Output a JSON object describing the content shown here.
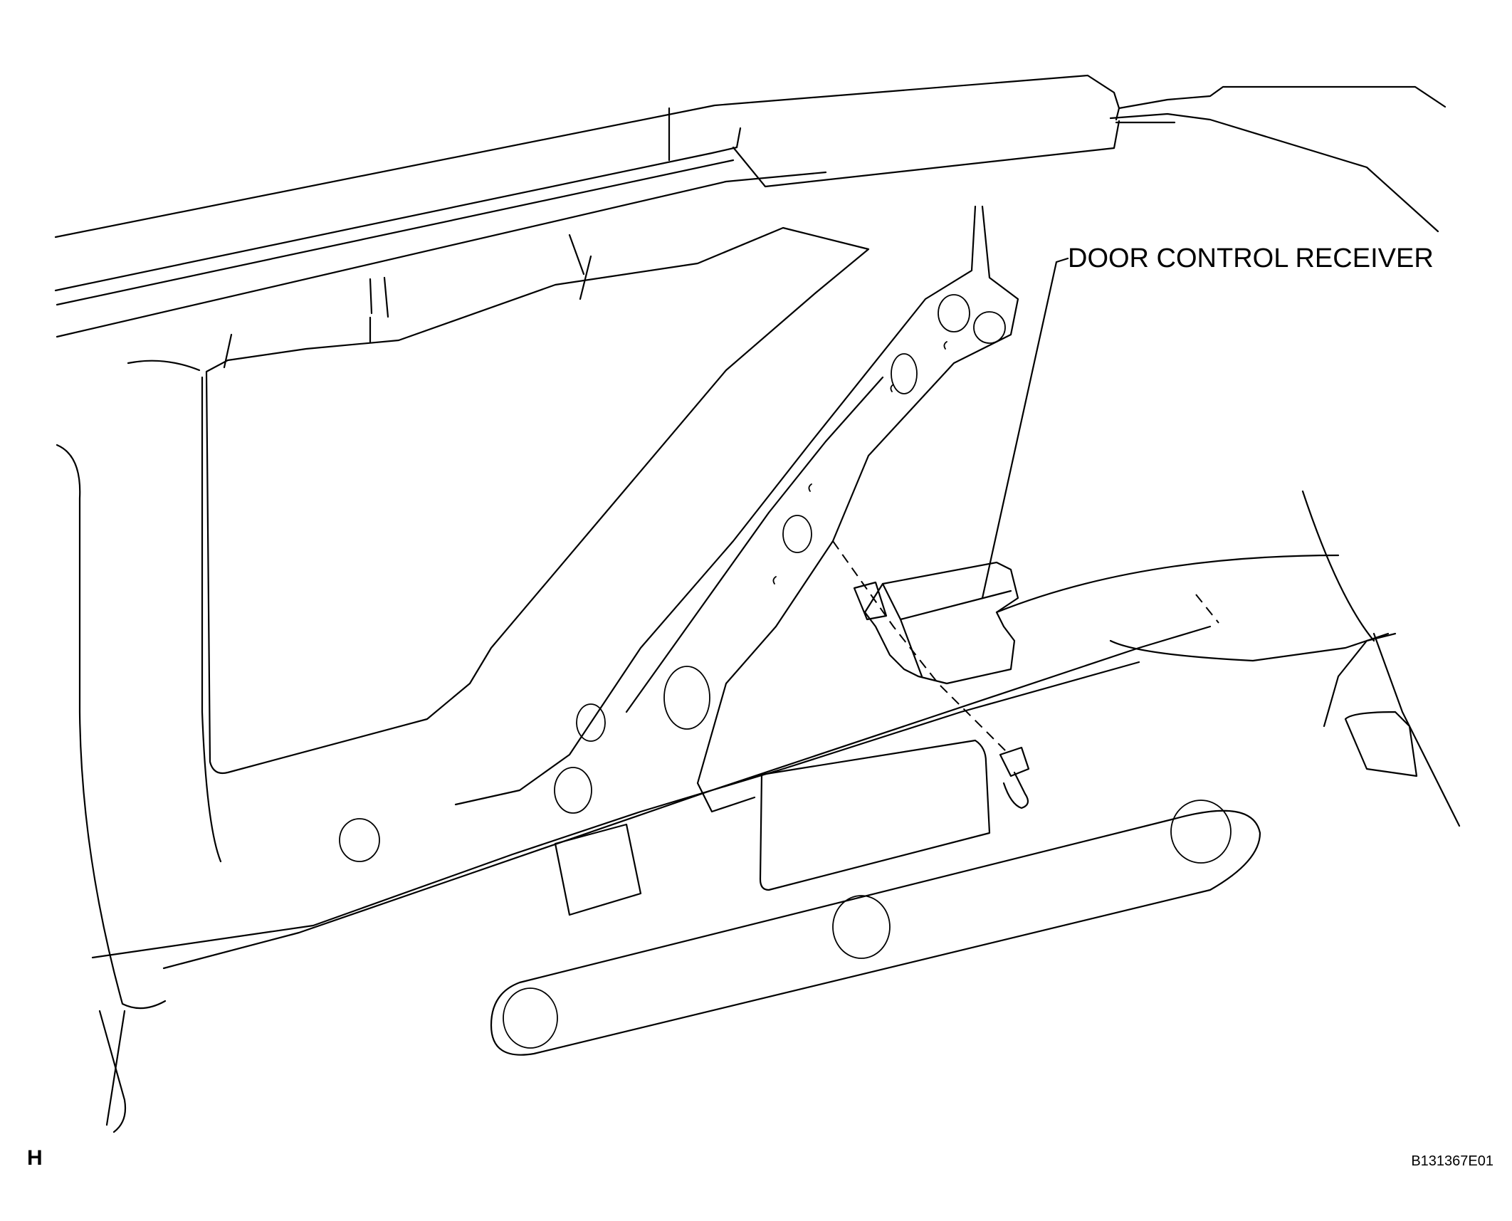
{
  "callout": {
    "label": "DOOR CONTROL RECEIVER"
  },
  "corner_mark": "H",
  "figure_id": "B131367E01",
  "colors": {
    "line": "#000000",
    "background": "#ffffff"
  }
}
